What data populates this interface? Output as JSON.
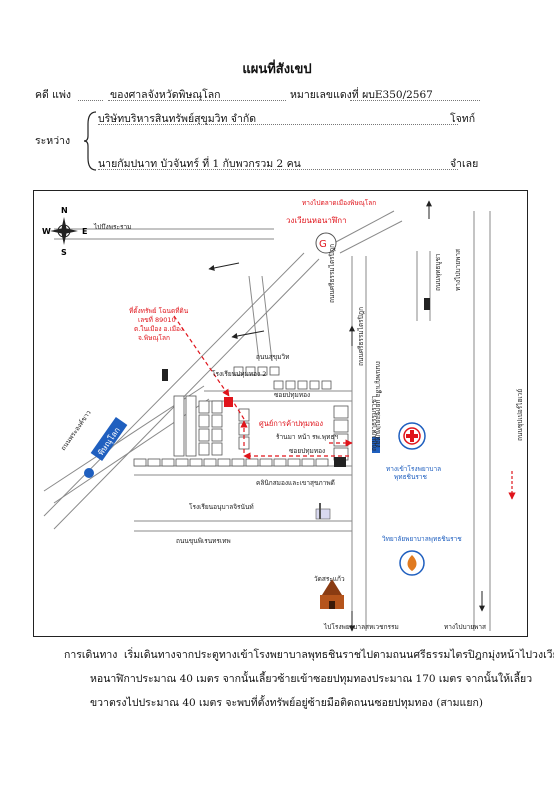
{
  "header": {
    "title": "แผนที่สังเขป",
    "case_label": "คดี แพ่ง",
    "court": "ของศาลจังหวัดพิษณุโลก",
    "case_number": "หมายเลขแดงที่ ผบE350/2567",
    "between_label": "ระหว่าง",
    "plaintiff": "บริษัทบริหารสินทรัพย์สุขุมวิท จำกัด",
    "plaintiff_role": "โจทก์",
    "defendant": "นายกัมปนาท บัวจันทร์ ที่ 1 กับพวกรวม 2 คน",
    "defendant_role": "จำเลย"
  },
  "map": {
    "compass": {
      "n": "N",
      "s": "S",
      "e": "E",
      "w": "W"
    },
    "labels": {
      "to_bueng": "ไปบึงพระราม",
      "to_market": "ทางไปตลาดเมืองพิษณุโลก",
      "roundabout": "วงเวียนหอนาฬิกา",
      "road_sri_tammatri": "ถนนศรีธรรมไตรปิฎก",
      "road_sri_tammatri2": "ถนนศรีธรรมไตรปิฎก",
      "road_mahathammaracha": "ถนนมหาธรรมราชา",
      "road_right_side": "ถนนพุทธบูชา",
      "to_highway": "ทางไปบายพาส",
      "property_line1": "ที่ตั้งทรัพย์ โฉนดที่ดิน",
      "property_line2": "เลขที่ 89010",
      "property_line3": "ต.ในเมือง อ.เมือง",
      "property_line4": "จ.พิษณุโลก",
      "road_sukhumvit": "ถนนสุขุมวิท",
      "school_pathum": "โรงเรียนปทุมทอง 2",
      "soi_pathum": "ซอยปทุมทอง",
      "soi_pathum2": "ซอยปทุมทอง",
      "road_pathum_middle": "ถนนพญาเสือ แยกซอยปทุมทอง",
      "center": "ศูนย์การค้าปทุมทอง",
      "shop": "ร้านมา หน้า รพ.พุทธฯ",
      "clinic": "คลินิกสมองและเขาสุขภาพดี",
      "hospital_gate": "ทางเข้าโรงพยาบาล",
      "hospital_name": "พุทธชินราช",
      "road_left_diag": "ถนนพระองค์ขาว",
      "school_anuban": "โรงเรียนอนุบาลจิรนันท์",
      "road_bottom": "ถนนขุนพิเรนทรเทพ",
      "nursing_college": "วิทยาลัยพยาบาลพุทธชินราช",
      "temple": "วัดสระแก้ว",
      "to_sirirat": "ไปโรงพยาบาลสหเวชกรรม",
      "to_bypass": "ทางไปบายพาส",
      "far_right_road": "ถนนซุปเปอร์ไฮเวย์",
      "logo_left": "พิษณุโลก"
    }
  },
  "route": {
    "label": "การเดินทาง",
    "line1": "เริ่มเดินทางจากประตูทางเข้าโรงพยาบาลพุทธชินราชไปตามถนนศรีธรรมไตรปิฎกมุ่งหน้าไปวงเวียน",
    "line2": "หอนาฬิกาประมาณ 40 เมตร จากนั้นเลี้ยวซ้ายเข้าซอยปทุมทองประมาณ 170 เมตร จากนั้นให้เลี้ยว",
    "line3": "ขวาตรงไปประมาณ 40 เมตร จะพบที่ตั้งทรัพย์อยู่ซ้ายมือติดถนนซอยปทุมทอง (สามแยก)"
  },
  "colors": {
    "red": "#e0141b",
    "blue": "#1f5fbf",
    "orange": "#e07a1f",
    "road": "#8a8a8a"
  }
}
